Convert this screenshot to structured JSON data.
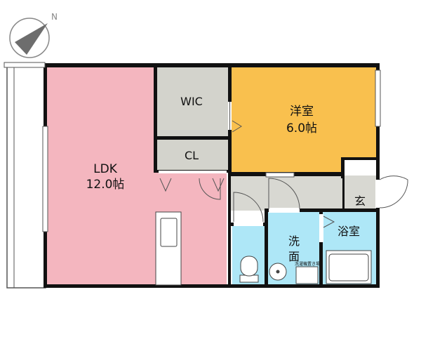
{
  "compass": {
    "north_label": "N"
  },
  "rooms": {
    "ldk": {
      "name": "LDK",
      "size": "12.0帖"
    },
    "wic": {
      "name": "WIC"
    },
    "closet": {
      "name": "CL"
    },
    "western_room": {
      "name": "洋室",
      "size": "6.0帖"
    },
    "entrance": {
      "name": "玄"
    },
    "washroom": {
      "line1": "洗",
      "line2": "面"
    },
    "bathroom": {
      "name": "浴室"
    },
    "washer_space": {
      "name": "洗濯機置き場"
    }
  },
  "colors": {
    "ldk_fill": "#f4b6bf",
    "storage_fill": "#d3d3cc",
    "western_room_fill": "#f9c04e",
    "hall_fill": "#d8d8d2",
    "wet_area_fill": "#aee7f7",
    "wall": "#111111",
    "balcony_fill": "#ffffff"
  }
}
